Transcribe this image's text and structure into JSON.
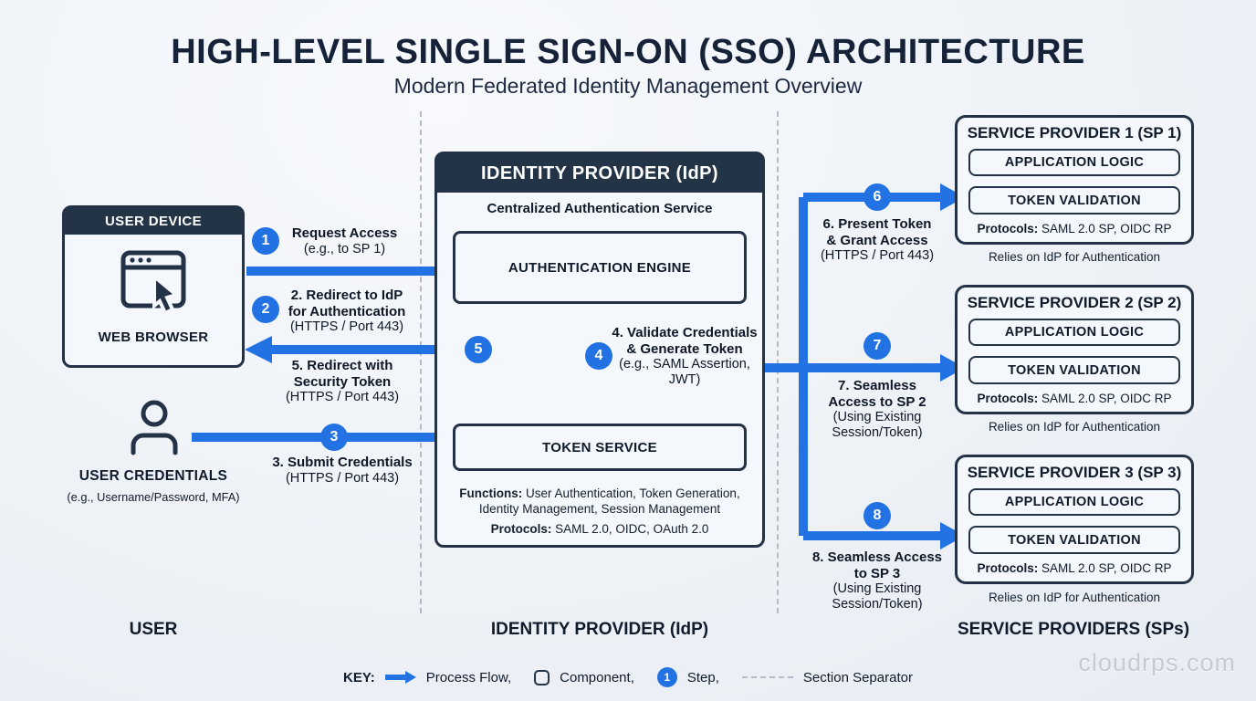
{
  "title": "HIGH-LEVEL SINGLE SIGN-ON (SSO) ARCHITECTURE",
  "subtitle": "Modern Federated Identity Management Overview",
  "colors": {
    "accent_blue": "#2272e3",
    "dark_navy": "#243447",
    "border_navy": "#233246",
    "background": "#eef2f7"
  },
  "user_section": {
    "label": "USER",
    "device_box": {
      "header": "USER DEVICE",
      "component": "WEB BROWSER"
    },
    "credentials": {
      "title": "USER CREDENTIALS",
      "subtitle": "(e.g., Username/Password, MFA)"
    }
  },
  "idp_section": {
    "label": "IDENTITY PROVIDER (IdP)",
    "box": {
      "header": "IDENTITY PROVIDER (IdP)",
      "subheader": "Centralized Authentication Service",
      "components": [
        "AUTHENTICATION ENGINE",
        "TOKEN SERVICE"
      ],
      "functions_label": "Functions:",
      "functions_line1_rest": " User Authentication, Token Generation,",
      "functions_line2": "Identity Management, Session Management",
      "protocols_label": "Protocols:",
      "protocols_rest": " SAML 2.0, OIDC, OAuth 2.0"
    }
  },
  "sp_section": {
    "label": "SERVICE PROVIDERS (SPs)",
    "providers": [
      {
        "title": "SERVICE PROVIDER 1 (SP 1)",
        "components": [
          "APPLICATION LOGIC",
          "TOKEN VALIDATION"
        ],
        "protocols_label": "Protocols:",
        "protocols_rest": " SAML 2.0 SP, OIDC RP",
        "note": "Relies on IdP for Authentication"
      },
      {
        "title": "SERVICE PROVIDER 2 (SP 2)",
        "components": [
          "APPLICATION LOGIC",
          "TOKEN VALIDATION"
        ],
        "protocols_label": "Protocols:",
        "protocols_rest": " SAML 2.0 SP, OIDC RP",
        "note": "Relies on IdP for Authentication"
      },
      {
        "title": "SERVICE PROVIDER 3 (SP 3)",
        "components": [
          "APPLICATION LOGIC",
          "TOKEN VALIDATION"
        ],
        "protocols_label": "Protocols:",
        "protocols_rest": " SAML 2.0 SP, OIDC RP",
        "note": "Relies on IdP for Authentication"
      }
    ]
  },
  "steps": {
    "s1": {
      "num": "1",
      "lines": [
        "Request Access",
        "(e.g., to SP 1)"
      ]
    },
    "s2": {
      "num": "2",
      "lines": [
        "2. Redirect to IdP",
        "for Authentication",
        "(HTTPS / Port 443)"
      ]
    },
    "s3": {
      "num": "3",
      "lines": [
        "3. Submit Credentials",
        "(HTTPS / Port 443)"
      ]
    },
    "s4": {
      "num": "4",
      "lines": [
        "4. Validate Credentials",
        "& Generate Token",
        "(e.g., SAML Assertion,",
        "JWT)"
      ]
    },
    "s5": {
      "num": "5",
      "lines": [
        "5. Redirect with",
        "Security Token",
        "(HTTPS / Port 443)"
      ]
    },
    "s6": {
      "num": "6",
      "lines": [
        "6. Present Token",
        "& Grant Access",
        "(HTTPS / Port 443)"
      ]
    },
    "s7": {
      "num": "7",
      "lines": [
        "7. Seamless",
        "Access to SP 2",
        "(Using Existing",
        "Session/Token)"
      ]
    },
    "s8": {
      "num": "8",
      "lines": [
        "8. Seamless Access",
        "to SP 3",
        "(Using Existing",
        "Session/Token)"
      ]
    }
  },
  "key": {
    "label": "KEY:",
    "process_flow": "Process Flow,",
    "component": "Component,",
    "step": "Step,",
    "step_num": "1",
    "separator": "Section Separator"
  },
  "watermark": "cloudrps.com"
}
